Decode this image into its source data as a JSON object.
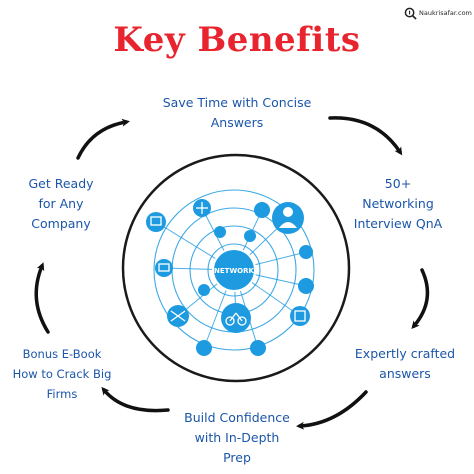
{
  "title": "Key Benefits",
  "brand": {
    "name": "Naukrisafar.com",
    "icon": "magnifier-logo-icon"
  },
  "center_label": "NETWORK",
  "benefits": [
    {
      "line1": "Save Time with Concise",
      "line2": "Answers"
    },
    {
      "line1": "50+",
      "line2": "Networking",
      "line3": "Interview QnA"
    },
    {
      "line1": "Expertly crafted",
      "line2": "answers"
    },
    {
      "line1": "Build Confidence",
      "line2": "with In-Depth",
      "line3": "Prep"
    },
    {
      "line1": "Bonus E-Book",
      "line2": "How to Crack Big Firms"
    },
    {
      "line1": "Get Ready",
      "line2": "for Any",
      "line3": "Company"
    }
  ],
  "colors": {
    "title": "#e8242f",
    "label": "#1b56a9",
    "arrow": "#111111",
    "network": "#1e9be0"
  }
}
